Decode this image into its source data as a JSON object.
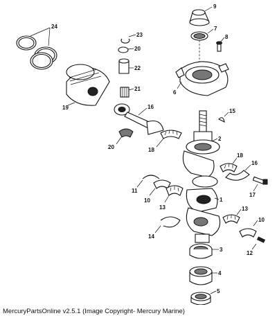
{
  "caption": "MercuryPartsOnline v2.5.1 (Image Copyright- Mercury Marine)",
  "callouts": {
    "c24": "24",
    "c19": "19",
    "c23": "23",
    "c20a": "20",
    "c22": "22",
    "c21": "21",
    "c16a": "16",
    "c20b": "20",
    "c18a": "18",
    "c9": "9",
    "c7": "7",
    "c8": "8",
    "c6": "6",
    "c15": "15",
    "c2": "2",
    "c18b": "18",
    "c16b": "16",
    "c17": "17",
    "c11": "11",
    "c10a": "10",
    "c13a": "13",
    "c1": "1",
    "c14": "14",
    "c13b": "13",
    "c10b": "10",
    "c12": "12",
    "c3": "3",
    "c4": "4",
    "c5": "5"
  }
}
